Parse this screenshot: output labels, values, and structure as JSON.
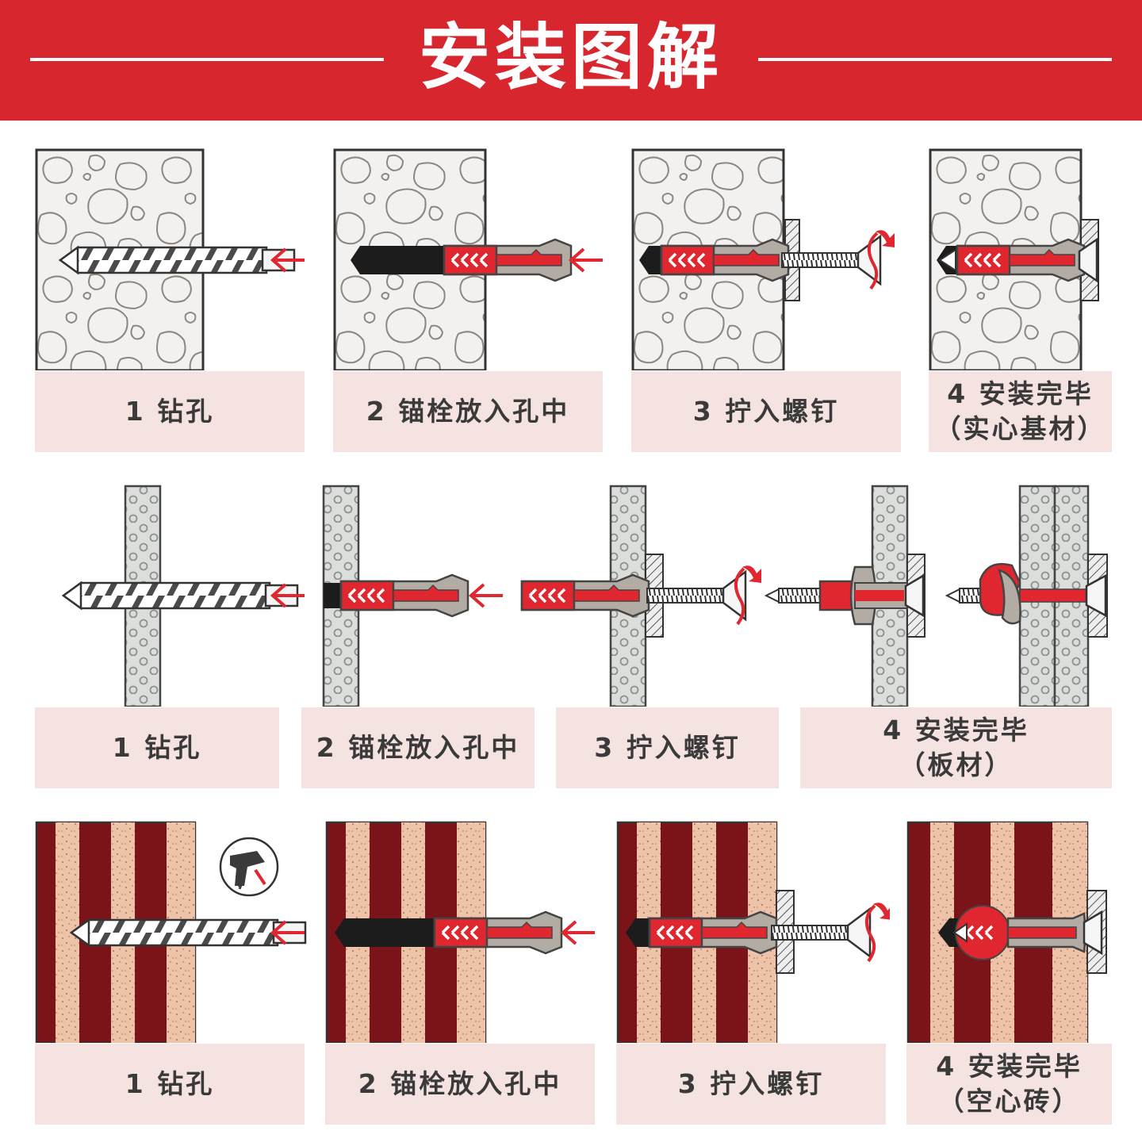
{
  "header": {
    "title": "安装图解",
    "accent": "#d7262e"
  },
  "rows": [
    {
      "substrate": "solid",
      "steps": [
        {
          "lines": [
            "1 钻孔"
          ]
        },
        {
          "lines": [
            "2 锚栓放入孔中"
          ]
        },
        {
          "lines": [
            "3 拧入螺钉"
          ]
        },
        {
          "lines": [
            "4 安装完毕",
            "（实心基材）"
          ]
        }
      ]
    },
    {
      "substrate": "board",
      "steps": [
        {
          "lines": [
            "1 钻孔"
          ]
        },
        {
          "lines": [
            "2 锚栓放入孔中"
          ]
        },
        {
          "lines": [
            "3 拧入螺钉"
          ]
        },
        {
          "lines": [
            "4 安装完毕",
            "（板材）"
          ]
        }
      ]
    },
    {
      "substrate": "hollow-brick",
      "steps": [
        {
          "lines": [
            "1 钻孔"
          ]
        },
        {
          "lines": [
            "2 锚栓放入孔中"
          ]
        },
        {
          "lines": [
            "3 拧入螺钉"
          ]
        },
        {
          "lines": [
            "4 安装完毕",
            "（空心砖）"
          ]
        }
      ]
    }
  ],
  "icons": [
    "drill-bit-icon",
    "wall-anchor-icon",
    "screw-icon",
    "rotate-arrow-icon",
    "insert-arrow-icon",
    "power-drill-icon"
  ],
  "colors": {
    "anchor_red": "#e0262f",
    "anchor_grey": "#b3aca4",
    "brick_dark": "#7a1419",
    "brick_light": "#efc3a8",
    "concrete": "#f2f1ef",
    "caption_bg": "#f4e3e1"
  }
}
